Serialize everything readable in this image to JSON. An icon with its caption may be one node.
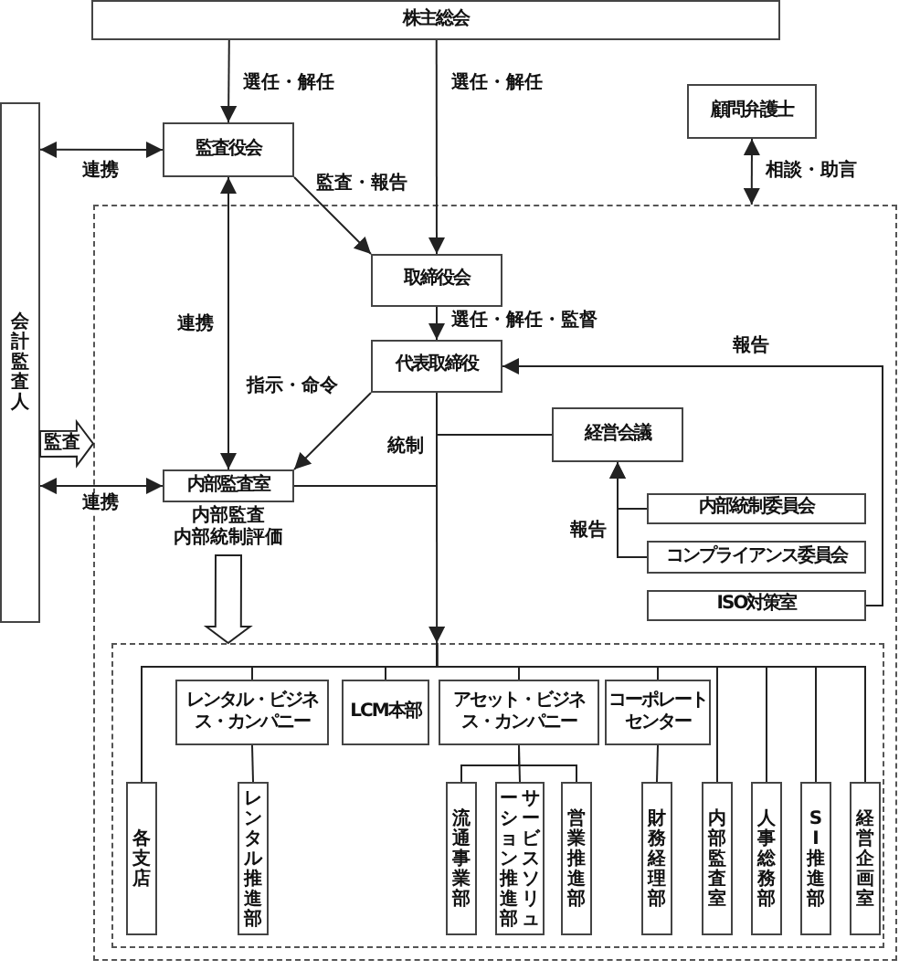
{
  "diagram": {
    "nodes": [
      {
        "text": [
          "株主総会"
        ]
      },
      {
        "text": [
          "顧問弁護士"
        ]
      },
      {
        "text": [
          "監査役会"
        ]
      },
      {
        "text": [
          "会計監査人"
        ]
      },
      {
        "text": [],
        "shape": "box"
      },
      {
        "text": [
          "取締役会"
        ],
        "in": 4
      },
      {
        "text": [
          "代表取締役"
        ],
        "in": 4
      },
      {
        "text": [
          "経営会議"
        ],
        "in": 4
      },
      {
        "text": [
          "内部監査室"
        ],
        "in": 4,
        "beside": [
          "内部監査",
          "内部統制評価"
        ]
      },
      {
        "text": [
          "内部統制委員会"
        ],
        "in": 4
      },
      {
        "text": [
          "コンプライアンス委員会"
        ],
        "in": 4
      },
      {
        "text": [
          "ISO対策室"
        ],
        "in": 4
      },
      {
        "text": [],
        "shape": "box",
        "in": 4
      },
      {
        "text": [
          "レンタル・ビジネス・カンパニー"
        ],
        "in": 12
      },
      {
        "text": [
          "LCM本部"
        ],
        "in": 12
      },
      {
        "text": [
          "アセット・ビジネス・カンパニー"
        ],
        "in": 12
      },
      {
        "text": [
          "コーポレートセンター"
        ],
        "in": 12
      },
      {
        "text": [
          "各支店"
        ],
        "in": 12
      },
      {
        "text": [
          "レンタル推進部"
        ],
        "in": 12
      },
      {
        "text": [
          "流通事業部"
        ],
        "in": 12
      },
      {
        "text": [
          "サービスソリューション推進部"
        ],
        "in": 12
      },
      {
        "text": [
          "営業推進部"
        ],
        "in": 12
      },
      {
        "text": [
          "財務経理部"
        ],
        "in": 12
      },
      {
        "text": [
          "内部監査室"
        ],
        "in": 12
      },
      {
        "text": [
          "人事総務部"
        ],
        "in": 12
      },
      {
        "text": [
          "SI推進部"
        ],
        "in": 12
      },
      {
        "text": [
          "経営企画室"
        ],
        "in": 12
      }
    ],
    "edges": [
      {
        "from": 0,
        "to": 2,
        "arrow": "to",
        "label": "選任・解任"
      },
      {
        "from": 0,
        "to": 5,
        "arrow": "to",
        "label": "選任・解任"
      },
      {
        "from": 3,
        "to": 2,
        "arrow": "both",
        "label": "連携"
      },
      {
        "from": 2,
        "to": 5,
        "arrow": "to",
        "label": "監査・報告"
      },
      {
        "from": 1,
        "to": 4,
        "arrow": "both",
        "label": "相談・助言"
      },
      {
        "from": 5,
        "to": 6,
        "arrow": "to",
        "label": "選任・解任・監督"
      },
      {
        "from": 8,
        "to": 2,
        "arrow": "both",
        "label": "連携"
      },
      {
        "from": 6,
        "to": 8,
        "arrow": "to",
        "label": "指示・命令"
      },
      {
        "from": 11,
        "to": 6,
        "arrow": "to",
        "label": "報告"
      },
      {
        "from": 3,
        "to": 8,
        "arrow": "both",
        "label": "連携"
      },
      {
        "from": 3,
        "to": 4,
        "arrow": "to",
        "label": "監査",
        "style": "thick"
      },
      {
        "from": 8,
        "to": 12,
        "arrow": "to",
        "style": "thick"
      },
      {
        "from": 6,
        "to": 12,
        "arrow": "to",
        "label": "統制"
      },
      {
        "from": 7,
        "to": 6,
        "arrow": "none"
      },
      {
        "from": 8,
        "to": 6,
        "arrow": "none"
      },
      {
        "from": 9,
        "to": 7,
        "arrow": "to",
        "label": "報告"
      },
      {
        "from": 10,
        "to": 7,
        "arrow": "to"
      },
      {
        "from": 12,
        "to": 17,
        "arrow": "none"
      },
      {
        "from": 12,
        "to": 13,
        "arrow": "none"
      },
      {
        "from": 12,
        "to": 14,
        "arrow": "none"
      },
      {
        "from": 12,
        "to": 15,
        "arrow": "none"
      },
      {
        "from": 12,
        "to": 16,
        "arrow": "none"
      },
      {
        "from": 12,
        "to": 23,
        "arrow": "none"
      },
      {
        "from": 12,
        "to": 24,
        "arrow": "none"
      },
      {
        "from": 12,
        "to": 25,
        "arrow": "none"
      },
      {
        "from": 12,
        "to": 26,
        "arrow": "none"
      },
      {
        "from": 13,
        "to": 18,
        "arrow": "none"
      },
      {
        "from": 15,
        "to": 19,
        "arrow": "none"
      },
      {
        "from": 15,
        "to": 20,
        "arrow": "none"
      },
      {
        "from": 15,
        "to": 21,
        "arrow": "none"
      },
      {
        "from": 16,
        "to": 22,
        "arrow": "none"
      }
    ]
  }
}
